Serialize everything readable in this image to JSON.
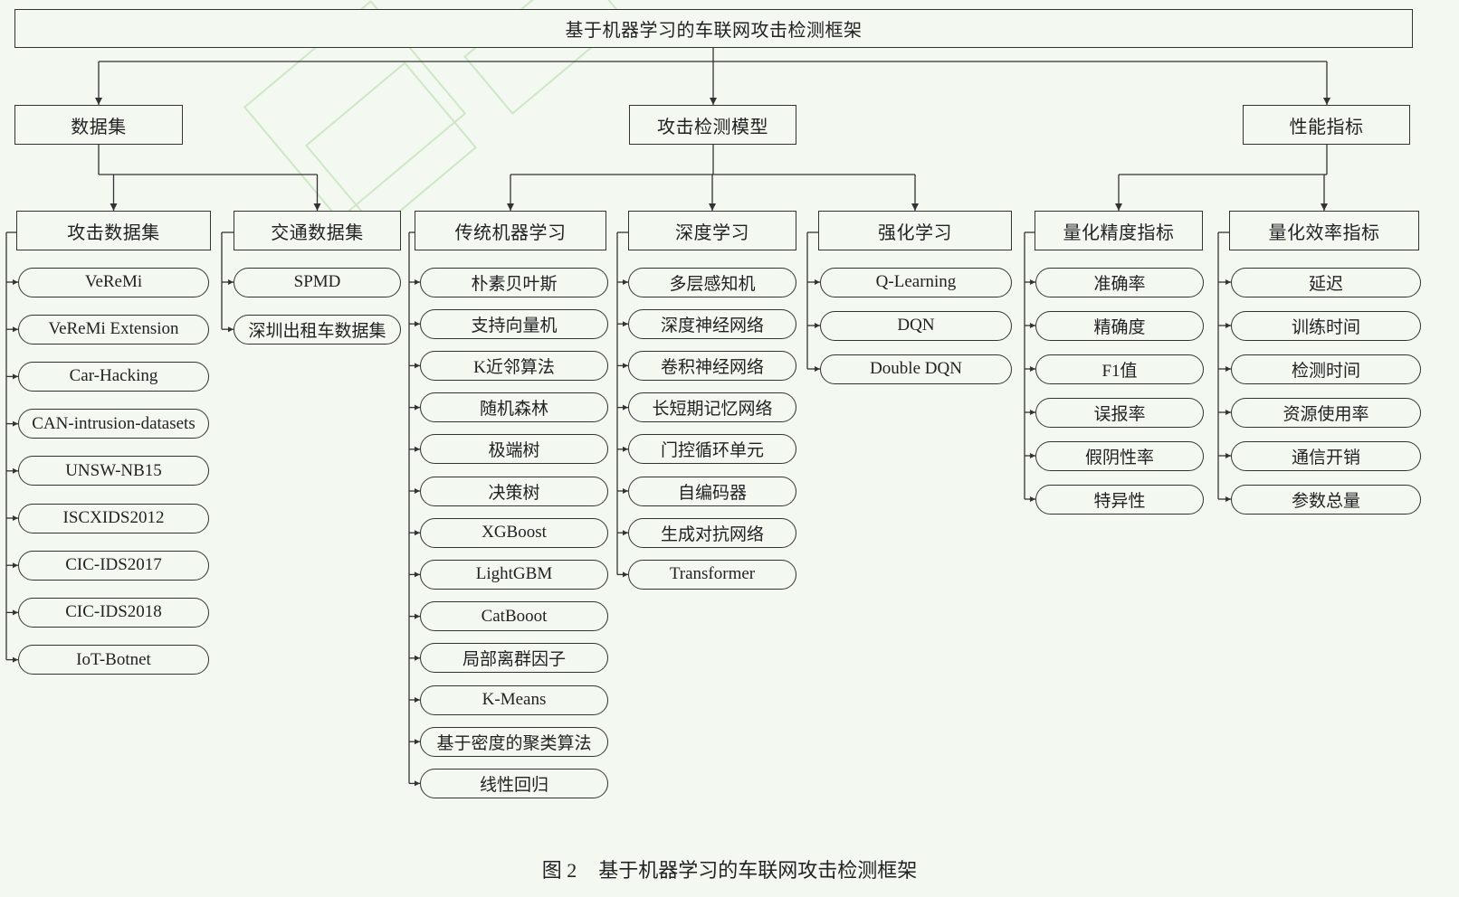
{
  "root": "基于机器学习的车联网攻击检测框架",
  "categories": [
    {
      "label": "数据集",
      "groups": [
        {
          "label": "攻击数据集",
          "items": [
            "VeReMi",
            "VeReMi Extension",
            "Car-Hacking",
            "CAN-intrusion-datasets",
            "UNSW-NB15",
            "ISCXIDS2012",
            "CIC-IDS2017",
            "CIC-IDS2018",
            "IoT-Botnet"
          ]
        },
        {
          "label": "交通数据集",
          "items": [
            "SPMD",
            "深圳出租车数据集"
          ]
        }
      ]
    },
    {
      "label": "攻击检测模型",
      "groups": [
        {
          "label": "传统机器学习",
          "items": [
            "朴素贝叶斯",
            "支持向量机",
            "K近邻算法",
            "随机森林",
            "极端树",
            "决策树",
            "XGBoost",
            "LightGBM",
            "CatBooot",
            "局部离群因子",
            "K-Means",
            "基于密度的聚类算法",
            "线性回归"
          ]
        },
        {
          "label": "深度学习",
          "items": [
            "多层感知机",
            "深度神经网络",
            "卷积神经网络",
            "长短期记忆网络",
            "门控循环单元",
            "自编码器",
            "生成对抗网络",
            "Transformer"
          ]
        },
        {
          "label": "强化学习",
          "items": [
            "Q-Learning",
            "DQN",
            "Double DQN"
          ]
        }
      ]
    },
    {
      "label": "性能指标",
      "groups": [
        {
          "label": "量化精度指标",
          "items": [
            "准确率",
            "精确度",
            "F1值",
            "误报率",
            "假阴性率",
            "特异性"
          ]
        },
        {
          "label": "量化效率指标",
          "items": [
            "延迟",
            "训练时间",
            "检测时间",
            "资源使用率",
            "通信开销",
            "参数总量"
          ]
        }
      ]
    }
  ],
  "caption": {
    "figure_number": "图 2",
    "title": "基于机器学习的车联网攻击检测框架"
  }
}
